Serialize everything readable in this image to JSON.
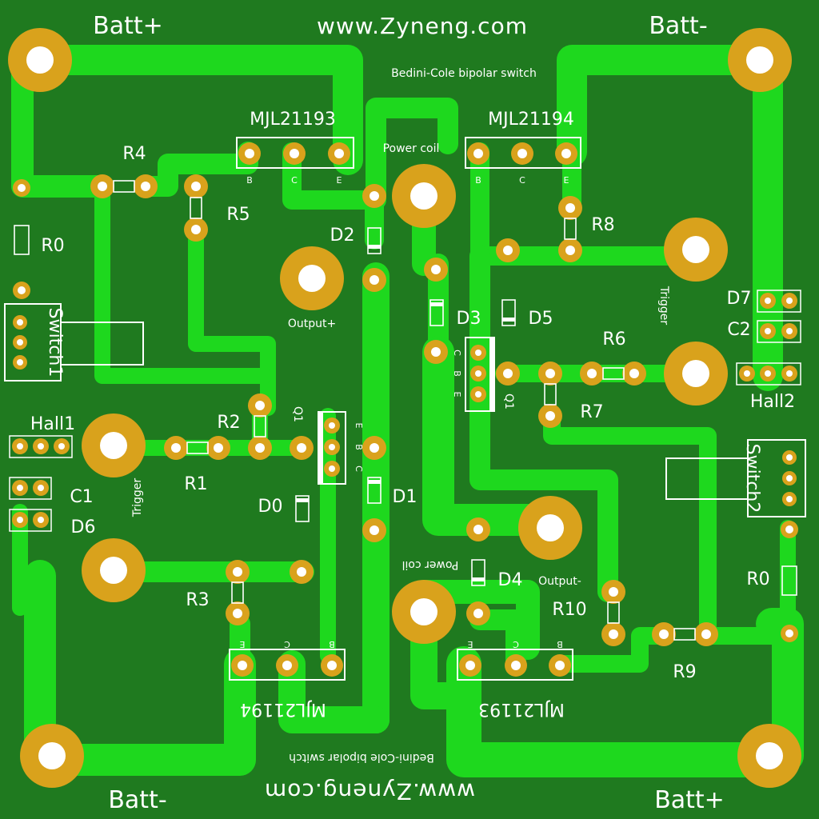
{
  "board": {
    "colors": {
      "substrate": "#1f7a1f",
      "trace": "#1ed81e",
      "pad": "#d9a21c",
      "hole": "#ffffff",
      "silk": "#ffffff"
    },
    "corners": {
      "top_left": "Batt+",
      "top_right": "Batt-",
      "bottom_left": "Batt-",
      "bottom_right": "Batt+"
    },
    "url": "www.Zyneng.com",
    "subtitle": "Bedini-Cole bipolar switch",
    "transistors": {
      "top_left": "MJL21193",
      "top_right": "MJL21194",
      "bottom_left": "MJL21194",
      "bottom_right": "MJL21193"
    },
    "pins": {
      "b": "B",
      "c": "C",
      "e": "E"
    },
    "labels": {
      "power_coil": "Power coil",
      "output_pos": "Output+",
      "output_neg": "Output-",
      "trigger": "Trigger",
      "q1": "Q1",
      "switch1": "Switch1",
      "switch2": "Switch2",
      "hall1": "Hall1",
      "hall2": "Hall2",
      "r0": "R0",
      "r1": "R1",
      "r2": "R2",
      "r3": "R3",
      "r4": "R4",
      "r5": "R5",
      "r6": "R6",
      "r7": "R7",
      "r8": "R8",
      "r9": "R9",
      "r10": "R10",
      "c1": "C1",
      "c2": "C2",
      "d0": "D0",
      "d1": "D1",
      "d2": "D2",
      "d3": "D3",
      "d4": "D4",
      "d5": "D5",
      "d6": "D6",
      "d7": "D7"
    }
  }
}
